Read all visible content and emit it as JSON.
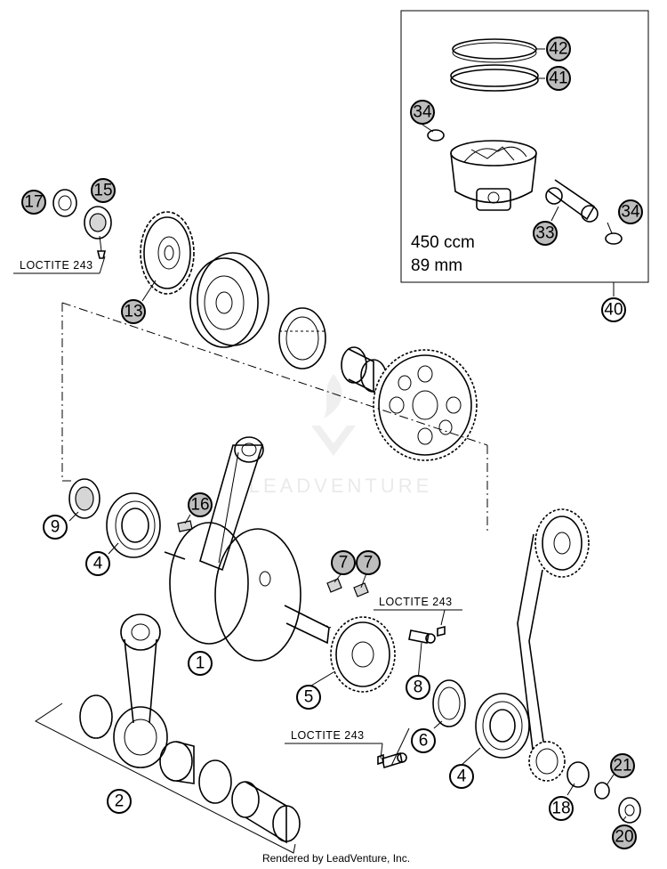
{
  "callouts": [
    {
      "num": "42",
      "shade": "dark"
    },
    {
      "num": "41",
      "shade": "dark"
    },
    {
      "num": "34",
      "shade": "dark"
    },
    {
      "num": "34",
      "shade": "dark"
    },
    {
      "num": "33",
      "shade": "dark"
    },
    {
      "num": "40",
      "shade": "light"
    },
    {
      "num": "17",
      "shade": "dark"
    },
    {
      "num": "15",
      "shade": "dark"
    },
    {
      "num": "13",
      "shade": "dark"
    },
    {
      "num": "16",
      "shade": "dark"
    },
    {
      "num": "9",
      "shade": "light"
    },
    {
      "num": "4",
      "shade": "light"
    },
    {
      "num": "7",
      "shade": "dark"
    },
    {
      "num": "7",
      "shade": "dark"
    },
    {
      "num": "1",
      "shade": "light"
    },
    {
      "num": "5",
      "shade": "light"
    },
    {
      "num": "8",
      "shade": "light"
    },
    {
      "num": "6",
      "shade": "light"
    },
    {
      "num": "4",
      "shade": "light"
    },
    {
      "num": "2",
      "shade": "light"
    },
    {
      "num": "21",
      "shade": "dark"
    },
    {
      "num": "18",
      "shade": "light"
    },
    {
      "num": "20",
      "shade": "dark"
    }
  ],
  "labels": {
    "loctite_1": "LOCTITE 243",
    "loctite_2": "LOCTITE 243",
    "loctite_3": "LOCTITE 243",
    "piston_displacement": "450 ccm",
    "piston_bore": "89 mm"
  },
  "watermark": "LEADVENTURE",
  "footer": "Rendered by LeadVenture, Inc."
}
